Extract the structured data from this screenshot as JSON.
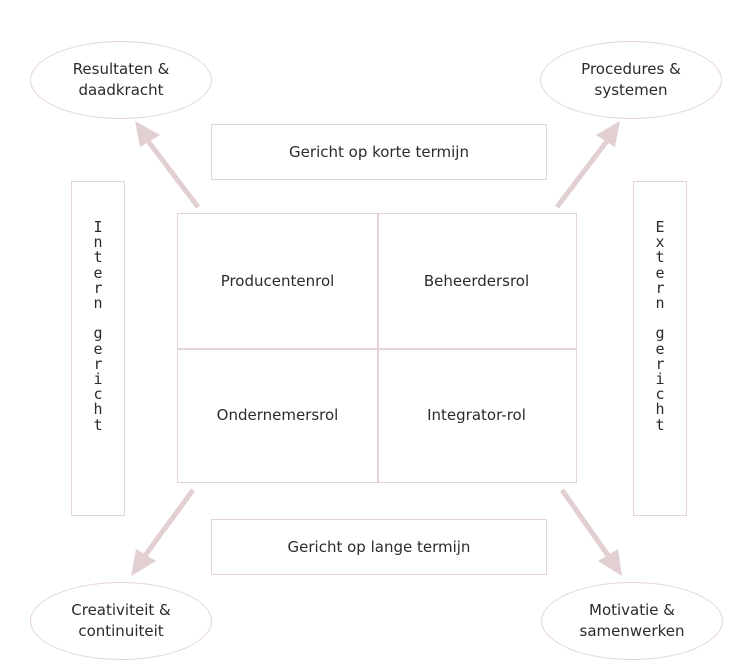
{
  "corners": {
    "top_left": "Resultaten &\ndaadkracht",
    "top_right": "Procedures &\nsystemen",
    "bottom_left": "Creativiteit &\ncontinuiteit",
    "bottom_right": "Motivatie &\nsamenwerken"
  },
  "horizon": {
    "short_term": "Gericht op korte termijn",
    "long_term": "Gericht op lange termijn"
  },
  "sides": {
    "left": "I\nn\nt\ne\nr\nn\n \ng\ne\nr\ni\nc\nh\nt",
    "right": "E\nx\nt\ne\nr\nn\n \ng\ne\nr\ni\nc\nh\nt"
  },
  "roles": {
    "top_left": "Producentenrol",
    "top_right": "Beheerdersrol",
    "bottom_left": "Ondernemersrol",
    "bottom_right": "Integrator-rol"
  },
  "colors": {
    "border": "#e6d4d6",
    "arrow": "#e2cfd1",
    "text": "#2b2b2b"
  }
}
